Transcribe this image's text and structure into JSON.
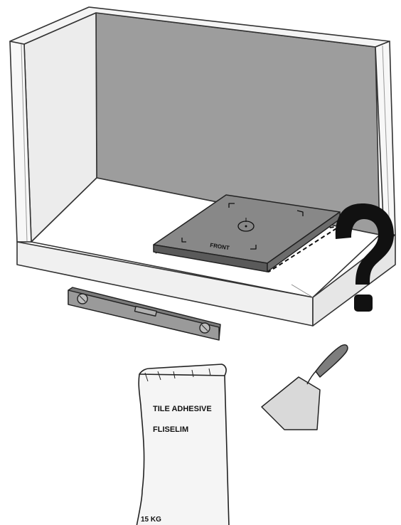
{
  "tile": {
    "label": "FRONT"
  },
  "question_mark": "?",
  "bag": {
    "line1": "TILE ADHESIVE",
    "line2": "FLISELIM",
    "weight": "15 KG"
  }
}
